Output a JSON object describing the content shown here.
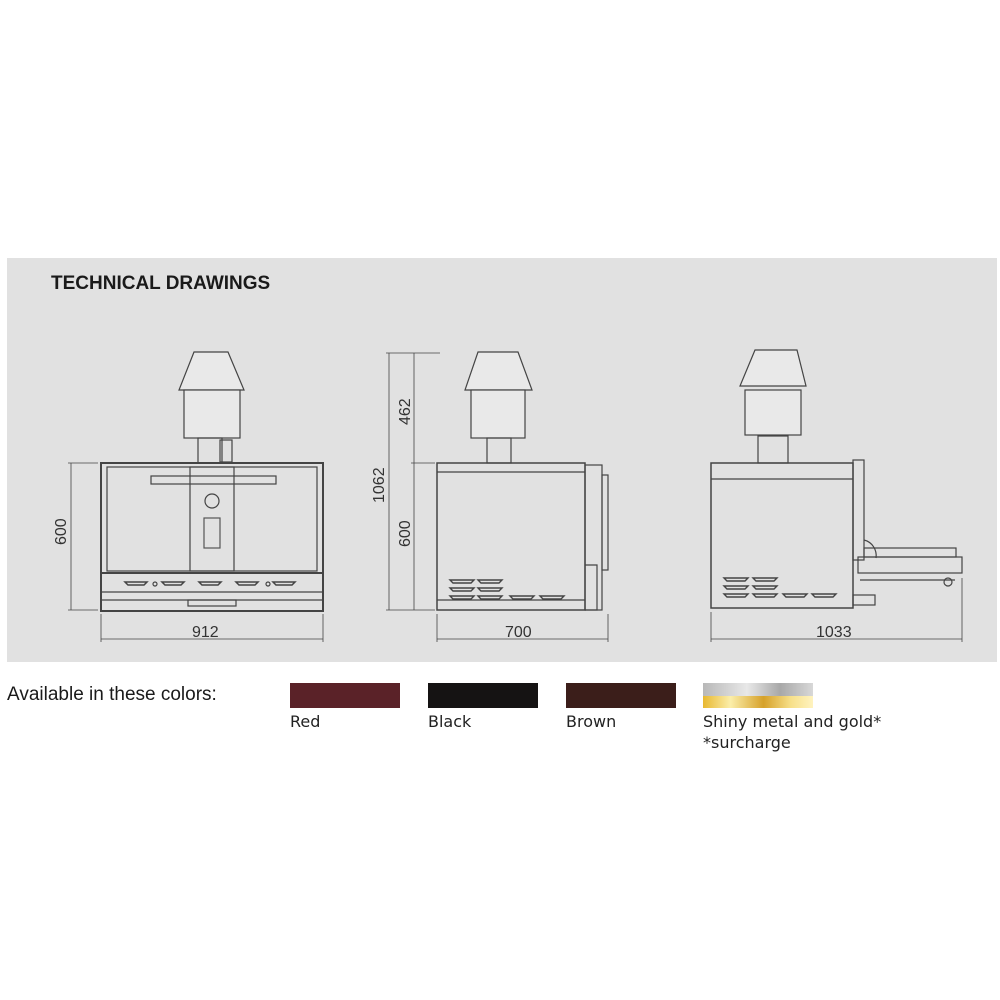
{
  "section_title": "TECHNICAL DRAWINGS",
  "drawings": {
    "front": {
      "width": "912",
      "height": "600"
    },
    "side": {
      "width": "700",
      "height_total": "1062",
      "height_chimney": "462",
      "height_body": "600"
    },
    "side_extended": {
      "width": "1033"
    }
  },
  "colors_heading": "Available in these colors:",
  "colors": [
    {
      "label": "Red",
      "hex": "#5a2228"
    },
    {
      "label": "Black",
      "hex": "#151313"
    },
    {
      "label": "Brown",
      "hex": "#3b1e1a"
    },
    {
      "label": "Shiny metal and gold*",
      "hex": "gradient-silver-gold"
    }
  ],
  "surcharge_note": "*surcharge"
}
